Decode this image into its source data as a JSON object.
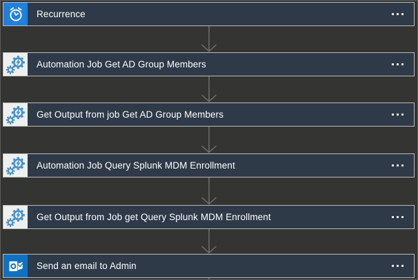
{
  "canvas": {
    "background_color": "#343433",
    "card_color": "#2e3a48",
    "card_border_color": "#bcbcbc",
    "arrow_color": "#6f6f6f",
    "title_color": "#ffffff",
    "automation_icon_color": "#4b92c9",
    "automation_icon_bg": "#eef0ef"
  },
  "workflow": {
    "steps": [
      {
        "label": "Recurrence",
        "icon": "recurrence-clock-icon",
        "icon_bg": "#2080df",
        "menu_icon": "ellipsis-icon"
      },
      {
        "label": "Automation Job Get AD Group Members",
        "icon": "automation-runbook-icon",
        "icon_bg": "#eef0ef",
        "menu_icon": "ellipsis-icon"
      },
      {
        "label": "Get Output from job Get AD Group Members",
        "icon": "automation-runbook-icon",
        "icon_bg": "#eef0ef",
        "menu_icon": "ellipsis-icon"
      },
      {
        "label": "Automation Job Query Splunk MDM Enrollment",
        "icon": "automation-runbook-icon",
        "icon_bg": "#eef0ef",
        "menu_icon": "ellipsis-icon"
      },
      {
        "label": "Get Output from Job get Query Splunk MDM Enrollment",
        "icon": "automation-runbook-icon",
        "icon_bg": "#eef0ef",
        "menu_icon": "ellipsis-icon"
      },
      {
        "label": "Send an email to Admin",
        "icon": "outlook-icon",
        "icon_bg": "#1171c1",
        "menu_icon": "ellipsis-icon"
      }
    ]
  }
}
